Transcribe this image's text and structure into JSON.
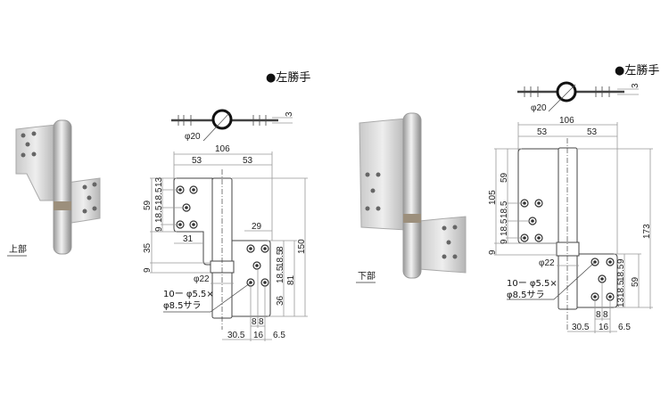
{
  "left": {
    "title": "●左勝手",
    "photo_label": "上部",
    "dims": {
      "thickness": "3",
      "pin_dia": "φ20",
      "total_width": "106",
      "half_left": "53",
      "half_right": "53",
      "v13": "13",
      "v18_5a": "18.5",
      "v18_5b": "18.5",
      "v9a": "9",
      "v59": "59",
      "v31": "31",
      "v35": "35",
      "v9b": "9",
      "v29": "29",
      "v8": "8",
      "v18_5c": "18.5",
      "v18_5d": "18.5",
      "v36": "36",
      "v81": "81",
      "v150": "150",
      "collar_dia": "φ22",
      "h8a": "8",
      "h8b": "8",
      "b30_5": "30.5",
      "b16": "16",
      "b6_5": "6.5"
    },
    "hole_note_1": "10ー φ5.5×",
    "hole_note_2": "φ8.5サラ"
  },
  "right": {
    "title": "●左勝手",
    "photo_label": "下部",
    "dims": {
      "thickness": "3",
      "pin_dia": "φ20",
      "total_width": "106",
      "half_left": "53",
      "half_right": "53",
      "v59": "59",
      "v105": "105",
      "v18_5a": "18.5",
      "v18_5b": "18.5",
      "v9a": "9",
      "v9b": "9",
      "v9c": "9",
      "v18_5c": "18.5",
      "v18_5d": "18.5",
      "v13": "13",
      "v59b": "59",
      "v173": "173",
      "collar_dia": "φ22",
      "h8a": "8",
      "h8b": "8",
      "b30_5": "30.5",
      "b16": "16",
      "b6_5": "6.5"
    },
    "hole_note_1": "10ー φ5.5×",
    "hole_note_2": "φ8.5サラ"
  }
}
